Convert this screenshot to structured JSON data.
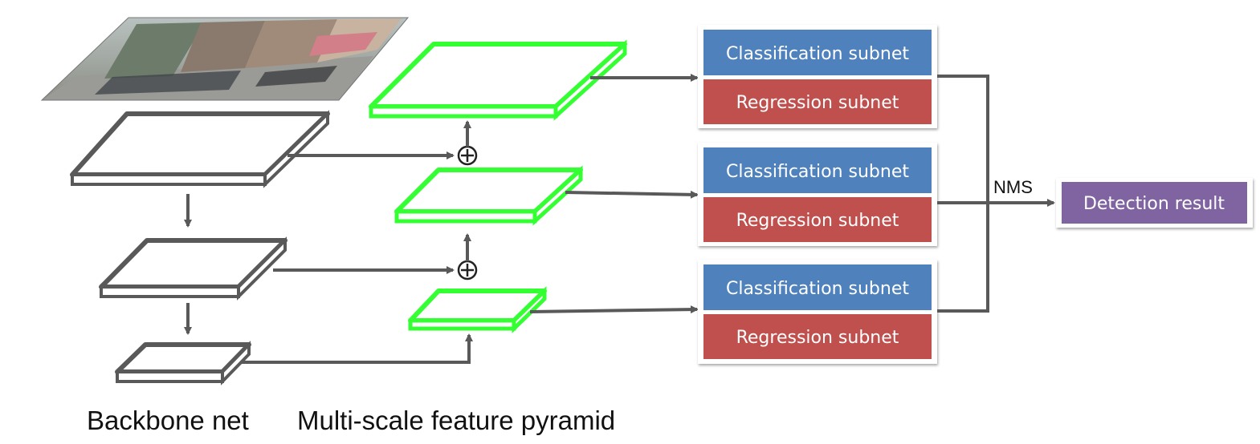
{
  "colors": {
    "classification": "#4f81bd",
    "regression": "#c0504d",
    "detection": "#8064a2",
    "pyramid_outline": "#33ff33",
    "backbone_outline": "#595959",
    "arrow": "#595959"
  },
  "head_groups": [
    {
      "classification": "Classification subnet",
      "regression": "Regression subnet"
    },
    {
      "classification": "Classification subnet",
      "regression": "Regression subnet"
    },
    {
      "classification": "Classification subnet",
      "regression": "Regression subnet"
    }
  ],
  "nms_label": "NMS",
  "result_label": "Detection result",
  "backbone_caption": "Backbone net",
  "pyramid_caption": "Multi-scale feature pyramid",
  "input_image": "street-scene-photo",
  "merge_symbol": "⊕"
}
